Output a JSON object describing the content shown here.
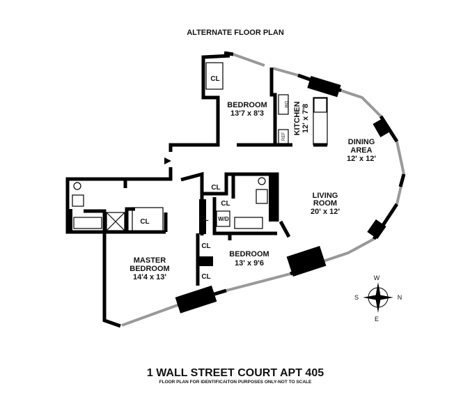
{
  "header": {
    "title": "ALTERNATE FLOOR PLAN"
  },
  "rooms": {
    "bedroom1": {
      "name": "BEDROOM",
      "size": "13'7 x 8'3"
    },
    "kitchen": {
      "name": "KITCHEN",
      "size": "12' x 7'8"
    },
    "dining": {
      "name1": "DINING",
      "name2": "AREA",
      "size": "12' x 12'"
    },
    "living": {
      "name1": "LIVING",
      "name2": "ROOM",
      "size": "20' x 12'"
    },
    "master": {
      "name1": "MASTER",
      "name2": "BEDROOM",
      "size": "14'4 x 13'"
    },
    "bedroom2": {
      "name": "BEDROOM",
      "size": "13' x 9'6"
    }
  },
  "labels": {
    "closet": "CL",
    "washer_dryer": "W/D",
    "dishwasher": "DW",
    "refrigerator": "REF"
  },
  "compass": {
    "w": "W",
    "s": "S",
    "n": "N",
    "e": "E"
  },
  "footer": {
    "title": "1 WALL STREET COURT APT 405",
    "subtitle": "FLOOR PLAN FOR IDENTIFICAITON PURPOSES ONLY-NOT TO SCALE"
  }
}
